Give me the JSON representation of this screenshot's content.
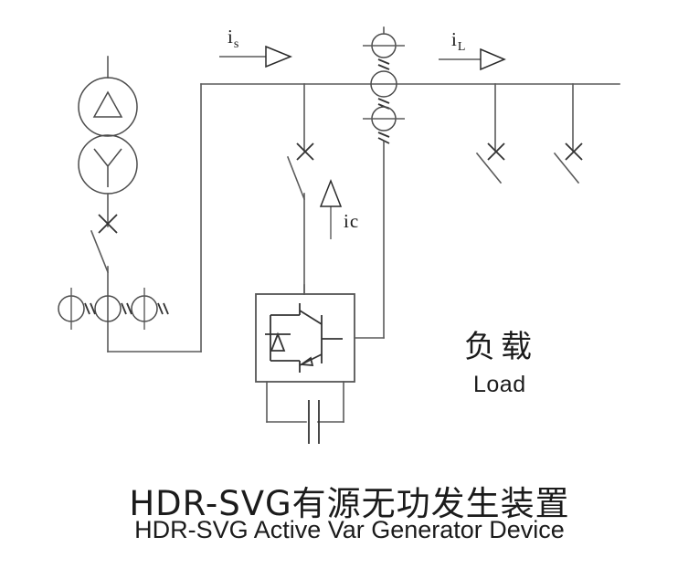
{
  "diagram": {
    "kind": "single-line-electrical-schematic",
    "title_cn": "HDR-SVG有源无功发生装置",
    "title_en": "HDR-SVG Active Var Generator Device",
    "labels": {
      "source_current": "is",
      "source_current_main": "i",
      "source_current_sub": "s",
      "load_current_main": "i",
      "load_current_sub": "L",
      "compensator_current": "ic",
      "load_cn": "负载",
      "load_en": "Load"
    },
    "components": {
      "transformer": "delta-wye-transformer",
      "transformer_primary_winding": "delta",
      "transformer_secondary_winding": "wye",
      "main_breaker": "circuit-breaker",
      "svg_breaker": "circuit-breaker",
      "load_breaker_1": "circuit-breaker",
      "load_breaker_2": "circuit-breaker",
      "ct_row_count": 3,
      "ct_column_count": 3,
      "inverter": "igbt-with-antiparallel-diode",
      "dc_link": "dc-link-capacitor",
      "bus": "main-bus"
    },
    "colors": {
      "wire": "#5a5a5a",
      "symbol": "#4a4a4a",
      "text": "#1b1b1b",
      "background": "#ffffff"
    }
  }
}
